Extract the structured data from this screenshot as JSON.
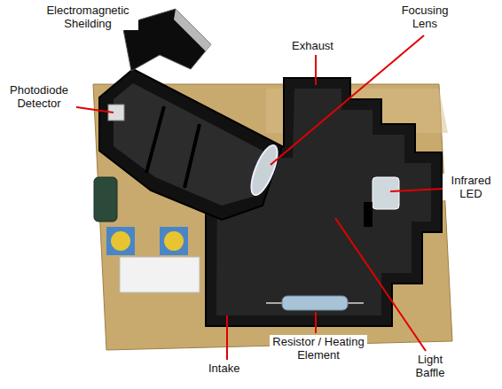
{
  "diagram": {
    "labels": [
      "Electromagnetic Sheilding",
      "Photodiode Detector",
      "Exhaust",
      "Focusing Lens",
      "Infrared LED",
      "Intake",
      "Resistor / Heating Element",
      "Light Baffle"
    ]
  }
}
